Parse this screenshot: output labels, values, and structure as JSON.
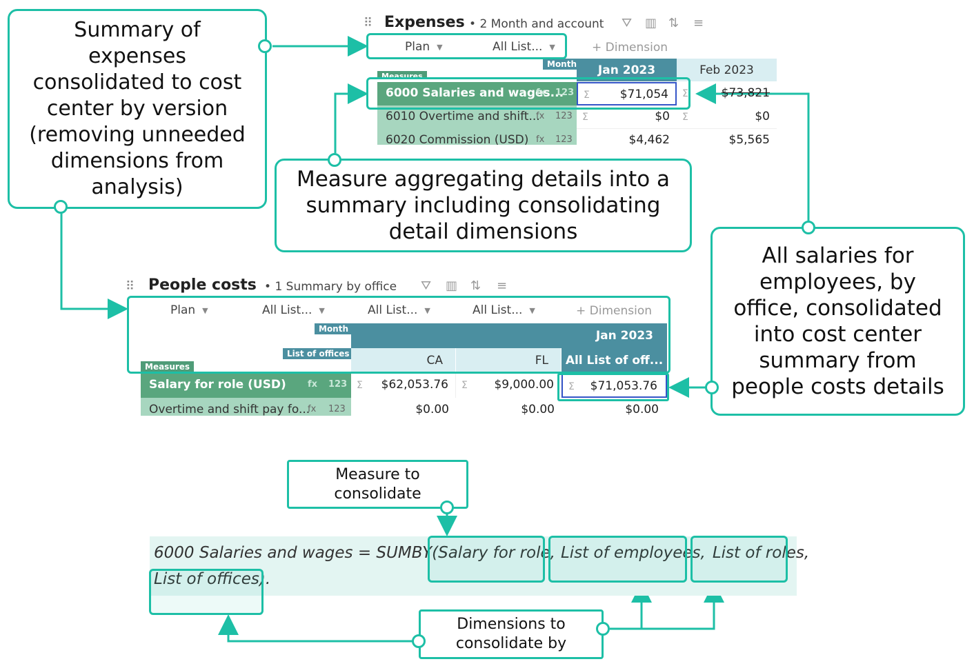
{
  "callouts": {
    "summary": "Summary of\nexpenses\nconsolidated to cost\ncenter by version\n(removing unneeded\ndimensions from\nanalysis)",
    "measure_aggregating": "Measure aggregating details into a\nsummary including consolidating\ndetail dimensions",
    "all_salaries": "All salaries for\nemployees, by\noffice, consolidated\ninto cost center\nsummary from\npeople costs details",
    "measure_to_consolidate": "Measure to\nconsolidate",
    "dimensions_to_consolidate": "Dimensions to\nconsolidate by"
  },
  "expenses": {
    "title": "Expenses",
    "subtitle": "2 Month and account",
    "selectors": [
      "Plan",
      "All List..."
    ],
    "add_dimension": "+ Dimension",
    "month_tag": "Month",
    "measures_tag": "Measures",
    "columns": [
      "Jan 2023",
      "Feb 2023"
    ],
    "rows": [
      {
        "label": "6000 Salaries and wages...",
        "fx": "fx",
        "type": "123",
        "values": [
          "$71,054",
          "$73,821"
        ]
      },
      {
        "label": "6010 Overtime and shift...",
        "fx": "fx",
        "type": "123",
        "values": [
          "$0",
          "$0"
        ]
      },
      {
        "label": "6020 Commission (USD)",
        "fx": "fx",
        "type": "123",
        "values": [
          "$4,462",
          "$5,565"
        ]
      }
    ]
  },
  "people_costs": {
    "title": "People costs",
    "subtitle": "1 Summary by office",
    "selectors": [
      "Plan",
      "All List...",
      "All List...",
      "All List..."
    ],
    "add_dimension": "+ Dimension",
    "month_tag": "Month",
    "offices_tag": "List of offices",
    "measures_tag": "Measures",
    "month_header": "Jan 2023",
    "columns": [
      "CA",
      "FL",
      "All List of off..."
    ],
    "rows": [
      {
        "label": "Salary for role (USD)",
        "fx": "fx",
        "type": "123",
        "values": [
          "$62,053.76",
          "$9,000.00",
          "$71,053.76"
        ]
      },
      {
        "label": "Overtime and shift pay fo...",
        "fx": "fx",
        "type": "123",
        "values": [
          "$0.00",
          "$0.00",
          "$0.00"
        ]
      }
    ]
  },
  "formula": {
    "prefix": "6000 Salaries and wages = SUMBY(",
    "measure": "Salary for role,",
    "dim1": "List of employees,",
    "dim2": "List of roles,",
    "dim3": "List of offices",
    "suffix": ")."
  },
  "colors": {
    "accent": "#1dbfa6",
    "header_teal": "#4b8fa0",
    "measure_green": "#5aa67e"
  }
}
